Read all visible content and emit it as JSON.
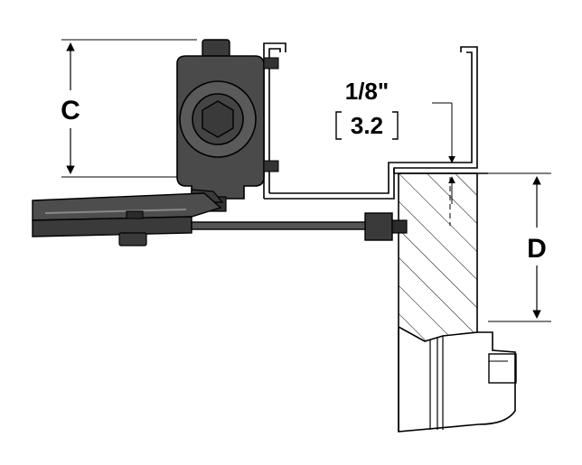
{
  "dimensions": {
    "c": {
      "label": "C"
    },
    "d": {
      "label": "D"
    },
    "clearance": {
      "imperial": "1/8\"",
      "metric": "3.2"
    }
  },
  "colors": {
    "line": "#000000",
    "closer_body": "#4a4a4a",
    "closer_dark": "#2b2b2b",
    "arm": "#555555"
  }
}
